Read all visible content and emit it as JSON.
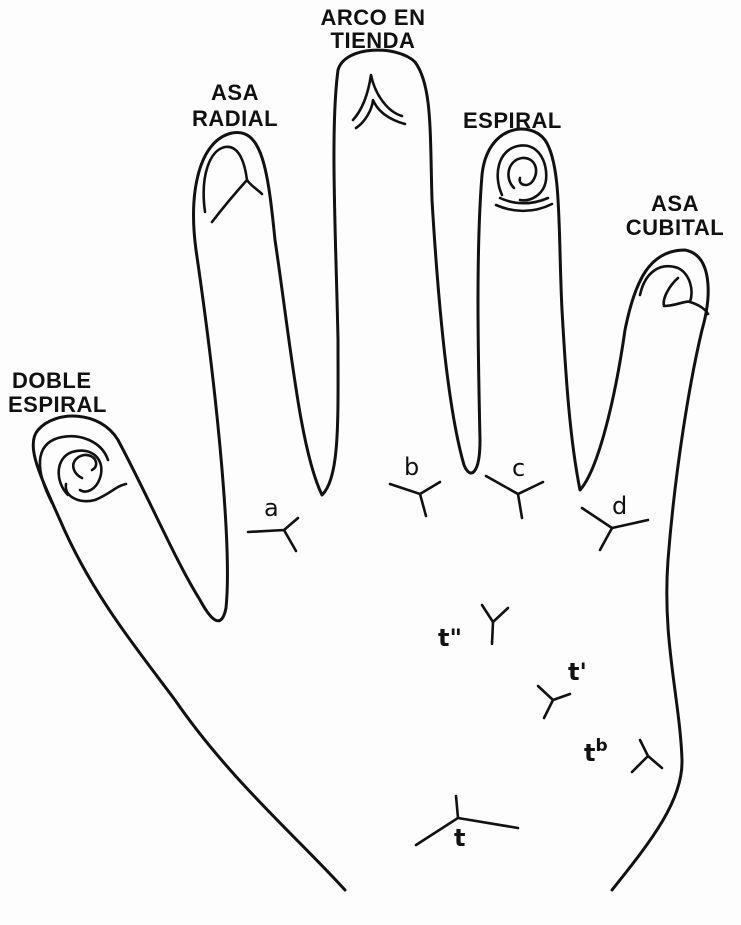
{
  "labels": {
    "arco": [
      "ARCO EN",
      "TIENDA"
    ],
    "asa_radial": [
      "ASA",
      "RADIAL"
    ],
    "espiral": "ESPIRAL",
    "asa_cubital": [
      "ASA",
      "CUBITAL"
    ],
    "doble_espiral": [
      "DOBLE",
      "ESPIRAL"
    ]
  },
  "points": {
    "a": "a",
    "b": "b",
    "c": "c",
    "d": "d",
    "t2": "t\"",
    "t1": "t'",
    "tb_base": "t",
    "tb_sup": "b",
    "t": "t"
  },
  "colors": {
    "ink": "#111111",
    "paper": "#fdfdfd"
  }
}
